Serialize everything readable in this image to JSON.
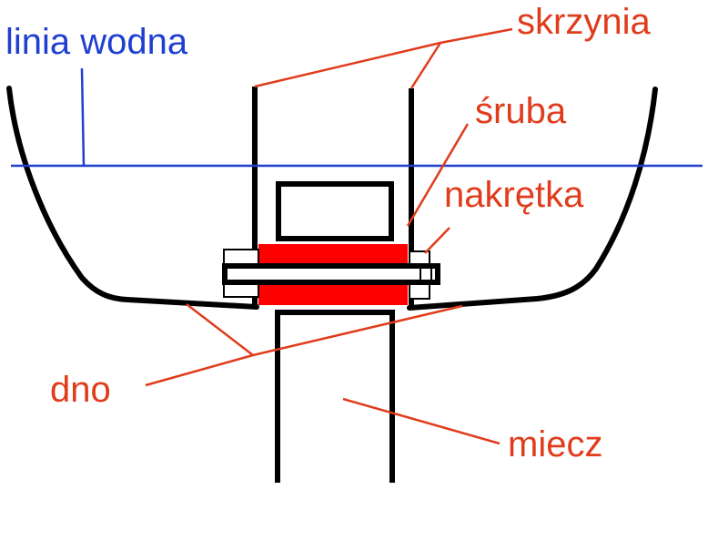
{
  "labels": {
    "waterline": "linia wodna",
    "box": "skrzynia",
    "bolt": "śruba",
    "nut": "nakrętka",
    "bottom": "dno",
    "keel": "miecz"
  },
  "colors": {
    "outline": "#000000",
    "label": "#e03c1c",
    "waterline": "#1f3fd0",
    "washer": "#ff0000",
    "background": "#ffffff"
  }
}
